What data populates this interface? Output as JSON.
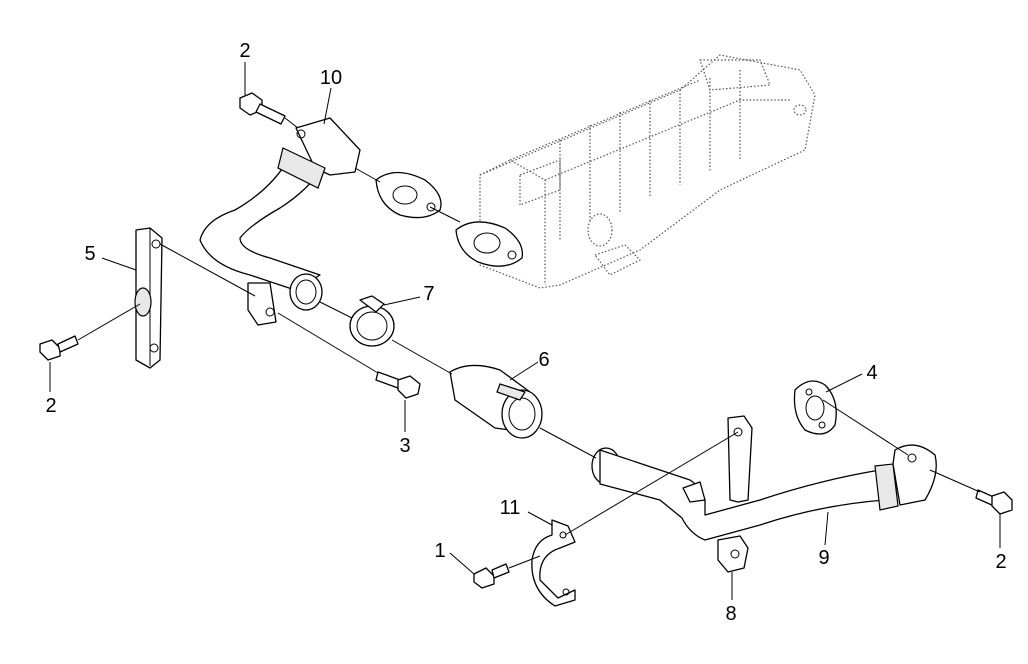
{
  "callouts": {
    "c1": "1",
    "c2a": "2",
    "c2b": "2",
    "c2c": "2",
    "c3": "3",
    "c4": "4",
    "c5": "5",
    "c6": "6",
    "c7": "7",
    "c8": "8",
    "c9": "9",
    "c10": "10",
    "c11": "11"
  }
}
